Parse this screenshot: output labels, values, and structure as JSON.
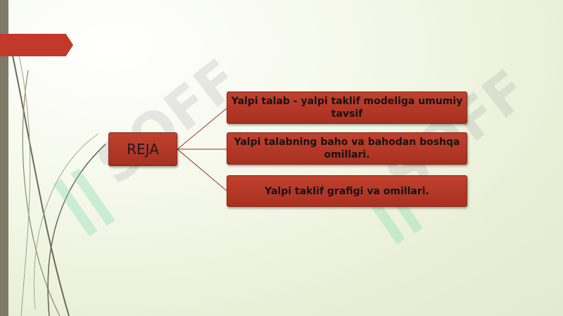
{
  "slide": {
    "center_label": "REJA",
    "items": [
      {
        "text": "Yalpi talab - yalpi taklif modeliga umumiy tavsif"
      },
      {
        "text": "Yalpi talabning baho va bahodan boshqa omillari."
      },
      {
        "text": "Yalpi  taklif   grafigi va omillari."
      }
    ],
    "watermark_text": "SOFF"
  },
  "colors": {
    "box_fill": "#b33a28",
    "accent_bar": "#7f7a68",
    "tab_red": "#c0392b",
    "background": "#eef3de"
  }
}
